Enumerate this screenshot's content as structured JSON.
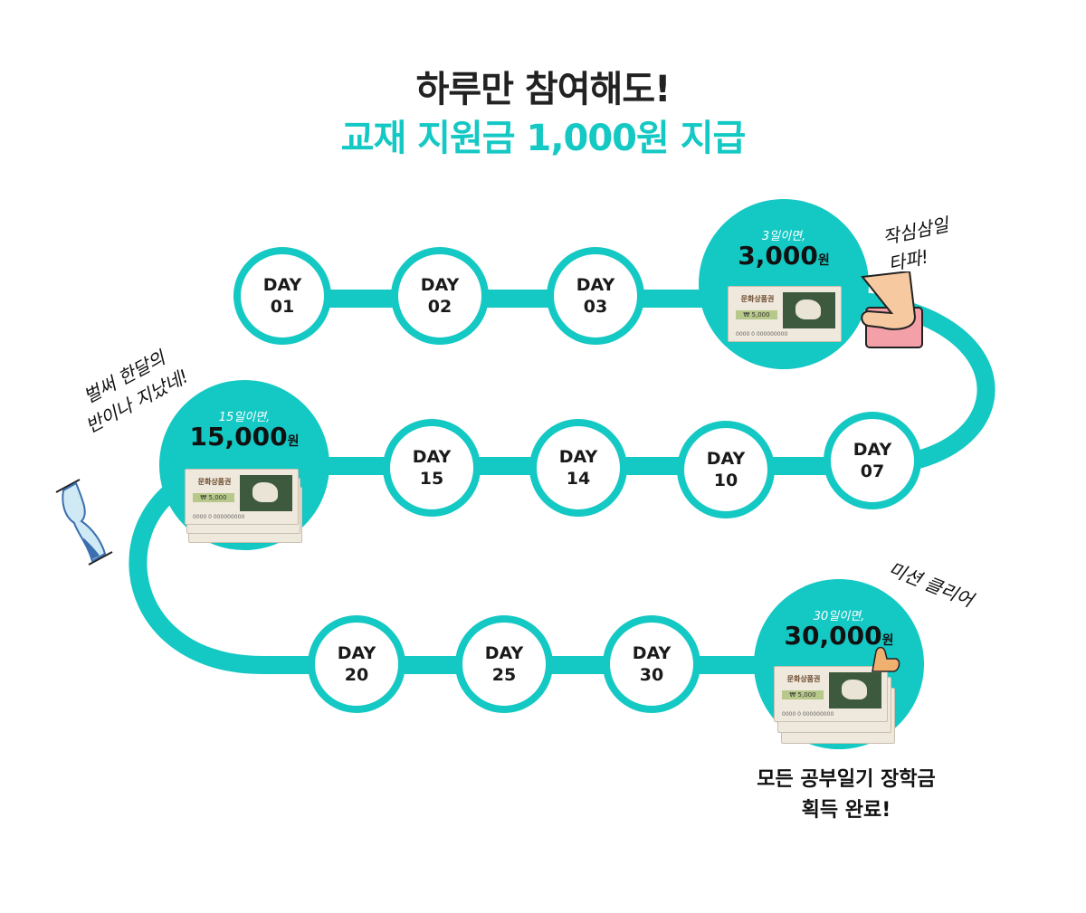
{
  "header": {
    "line1": "하루만 참여해도!",
    "line2": "교재 지원금 1,000원 지급"
  },
  "colors": {
    "accent": "#14c8c4",
    "text": "#222222",
    "background": "#ffffff"
  },
  "days": {
    "d01": {
      "prefix": "DAY",
      "num": "01"
    },
    "d02": {
      "prefix": "DAY",
      "num": "02"
    },
    "d03": {
      "prefix": "DAY",
      "num": "03"
    },
    "d07": {
      "prefix": "DAY",
      "num": "07"
    },
    "d10": {
      "prefix": "DAY",
      "num": "10"
    },
    "d14": {
      "prefix": "DAY",
      "num": "14"
    },
    "d15": {
      "prefix": "DAY",
      "num": "15"
    },
    "d20": {
      "prefix": "DAY",
      "num": "20"
    },
    "d25": {
      "prefix": "DAY",
      "num": "25"
    },
    "d30": {
      "prefix": "DAY",
      "num": "30"
    }
  },
  "prizes": {
    "p3": {
      "note": "3일이면,",
      "amount": "3,000",
      "unit": "원"
    },
    "p15": {
      "note": "15일이면,",
      "amount": "15,000",
      "unit": "원"
    },
    "p30": {
      "note": "30일이면,",
      "amount": "30,000",
      "unit": "원"
    }
  },
  "ticket": {
    "title": "문화상품권",
    "value": "₩ 5,000",
    "serial": "0000 0 000000000"
  },
  "captions": {
    "c3": "작심삼일\n타파!",
    "c15": "벌써 한달의\n반이나 지났네!",
    "c30": "미션 클리어"
  },
  "closing": {
    "line1": "모든 공부일기 장학금",
    "line2": "획득 완료!"
  }
}
